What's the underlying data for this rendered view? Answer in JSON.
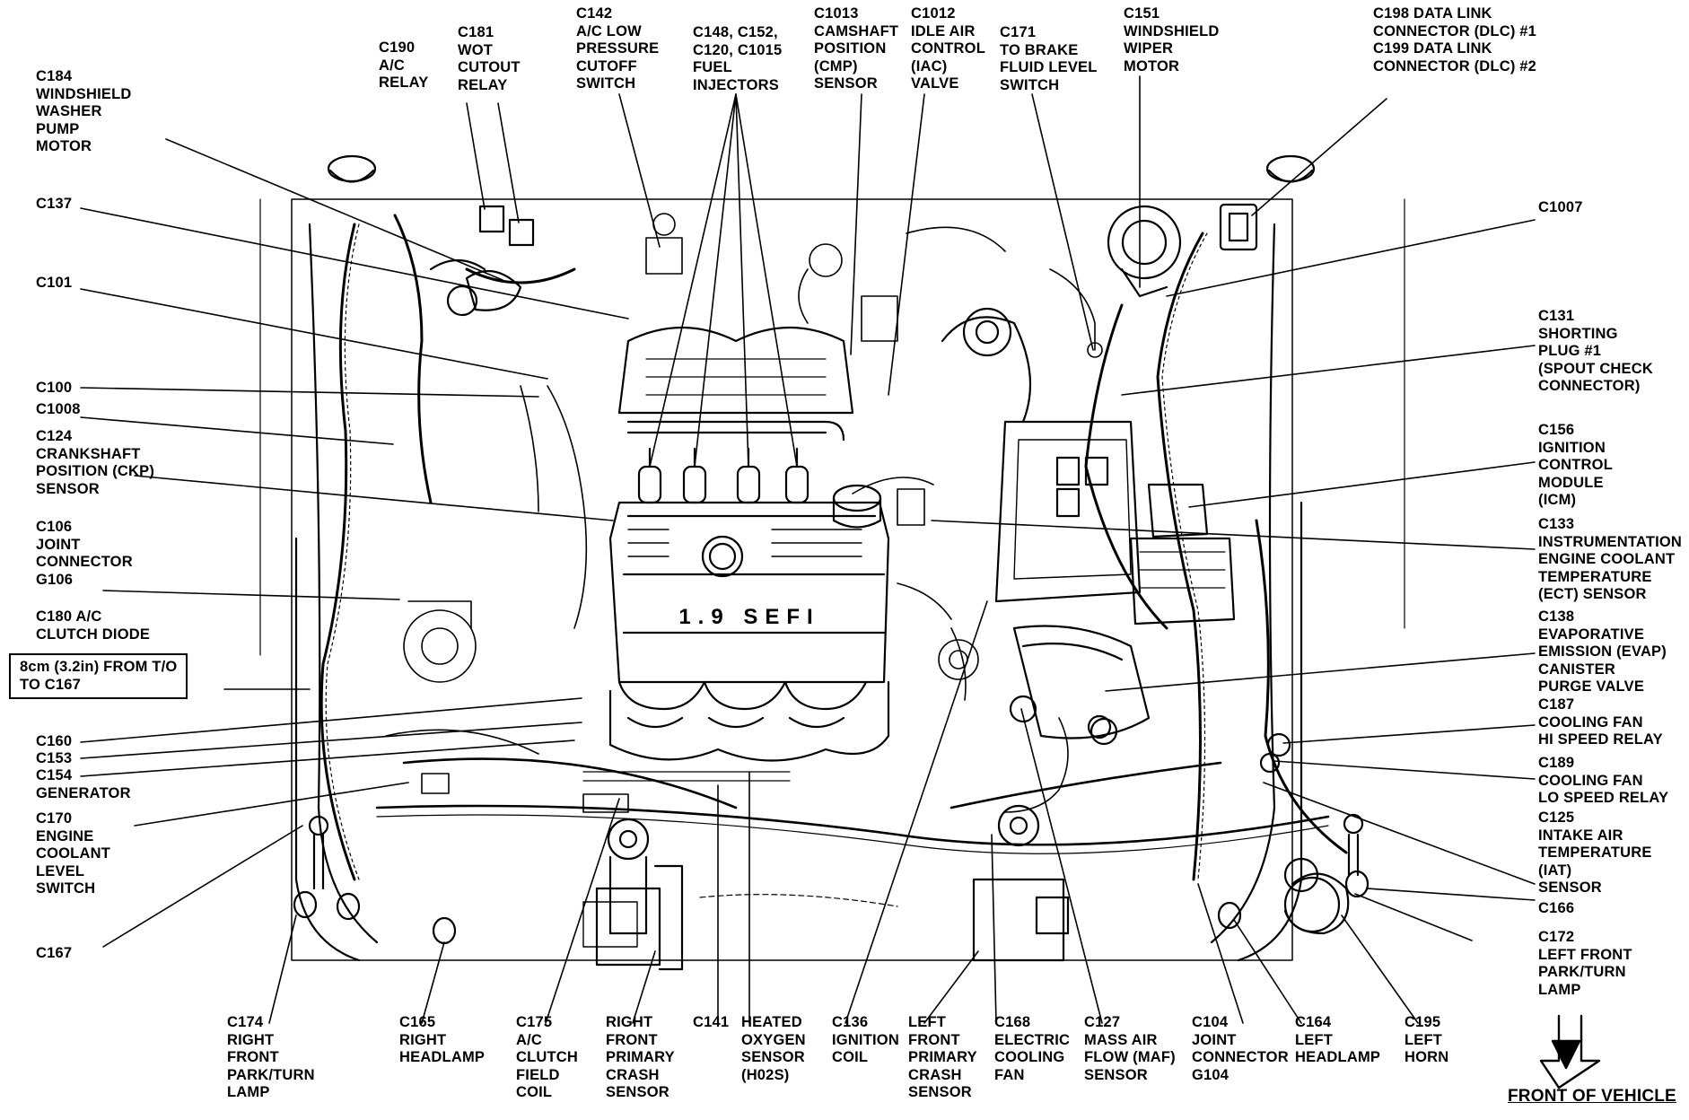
{
  "labels": {
    "c184": "C184\nWINDSHIELD\nWASHER\nPUMP\nMOTOR",
    "c190": "C190\nA/C\nRELAY",
    "c181": "C181\nWOT\nCUTOUT\nRELAY",
    "c142": "C142\nA/C LOW\nPRESSURE\nCUTOFF\nSWITCH",
    "c148": "C148, C152,\nC120, C1015\nFUEL\nINJECTORS",
    "c1013": "C1013\nCAMSHAFT\nPOSITION\n(CMP)\nSENSOR",
    "c1012": "C1012\nIDLE AIR\nCONTROL\n(IAC)\nVALVE",
    "c171": "C171\nTO BRAKE\nFLUID LEVEL\nSWITCH",
    "c151": "C151\nWINDSHIELD\nWIPER\nMOTOR",
    "c198": "C198 DATA LINK\nCONNECTOR (DLC) #1\nC199 DATA LINK\nCONNECTOR (DLC) #2",
    "c137": "C137",
    "c1007": "C1007",
    "c101": "C101",
    "c131": "C131\nSHORTING\nPLUG #1\n(SPOUT CHECK\nCONNECTOR)",
    "c100": "C100",
    "c1008": "C1008",
    "c124": "C124\nCRANKSHAFT\nPOSITION (CKP)\nSENSOR",
    "c156": "C156\nIGNITION\nCONTROL\nMODULE\n(ICM)",
    "c106": "C106\nJOINT\nCONNECTOR\nG106",
    "c133": "C133\nINSTRUMENTATION\nENGINE COOLANT\nTEMPERATURE\n(ECT) SENSOR",
    "c180": "C180 A/C\nCLUTCH DIODE",
    "c138": "C138\nEVAPORATIVE\nEMISSION (EVAP)\nCANISTER\nPURGE VALVE",
    "c167box": "8cm (3.2in) FROM T/O\nTO C167",
    "c160": "C160",
    "c153": "C153",
    "c154": "C154\nGENERATOR",
    "c187": "C187\nCOOLING FAN\nHI SPEED RELAY",
    "c189": "C189\nCOOLING FAN\nLO SPEED RELAY",
    "c170": "C170\nENGINE\nCOOLANT\nLEVEL\nSWITCH",
    "c125": "C125\nINTAKE AIR\nTEMPERATURE\n(IAT)\nSENSOR",
    "c166": "C166",
    "c167": "C167",
    "c172": "C172\nLEFT FRONT\nPARK/TURN\nLAMP",
    "c174": "C174\nRIGHT\nFRONT\nPARK/TURN\nLAMP",
    "c165": "C165\nRIGHT\nHEADLAMP",
    "c175": "C175\nA/C\nCLUTCH\nFIELD\nCOIL",
    "right_crash": "RIGHT\nFRONT\nPRIMARY\nCRASH\nSENSOR",
    "c141": "C141",
    "heated_o2": "HEATED\nOXYGEN\nSENSOR\n(H02S)",
    "c136": "C136\nIGNITION\nCOIL",
    "left_crash": "LEFT\nFRONT\nPRIMARY\nCRASH\nSENSOR",
    "c168": "C168\nELECTRIC\nCOOLING\nFAN",
    "c127": "C127\nMASS AIR\nFLOW (MAF)\nSENSOR",
    "c104": "C104\nJOINT\nCONNECTOR\nG104",
    "c164": "C164\nLEFT\nHEADLAMP",
    "c195": "C195\nLEFT\nHORN",
    "front": "FRONT OF VEHICLE",
    "engine_badge": "1.9 SEFI"
  },
  "colors": {
    "ink": "#000000",
    "paper": "#ffffff"
  }
}
